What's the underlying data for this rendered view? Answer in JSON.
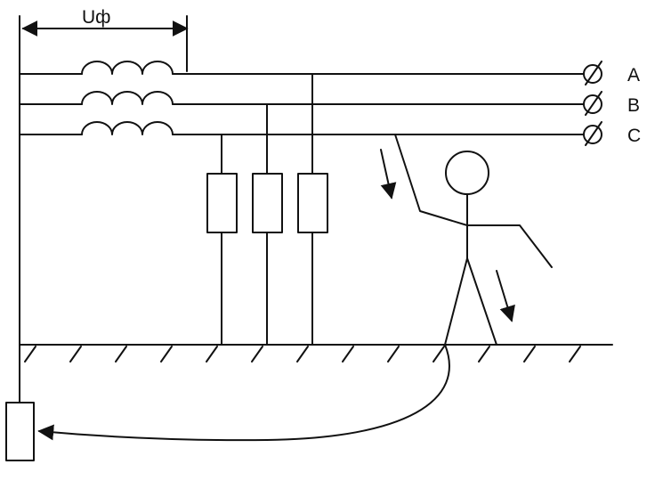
{
  "voltage_label": "Uф",
  "phases": [
    {
      "label": "A"
    },
    {
      "label": "B"
    },
    {
      "label": "C"
    }
  ],
  "colors": {
    "stroke": "#111111",
    "background": "#ffffff"
  }
}
